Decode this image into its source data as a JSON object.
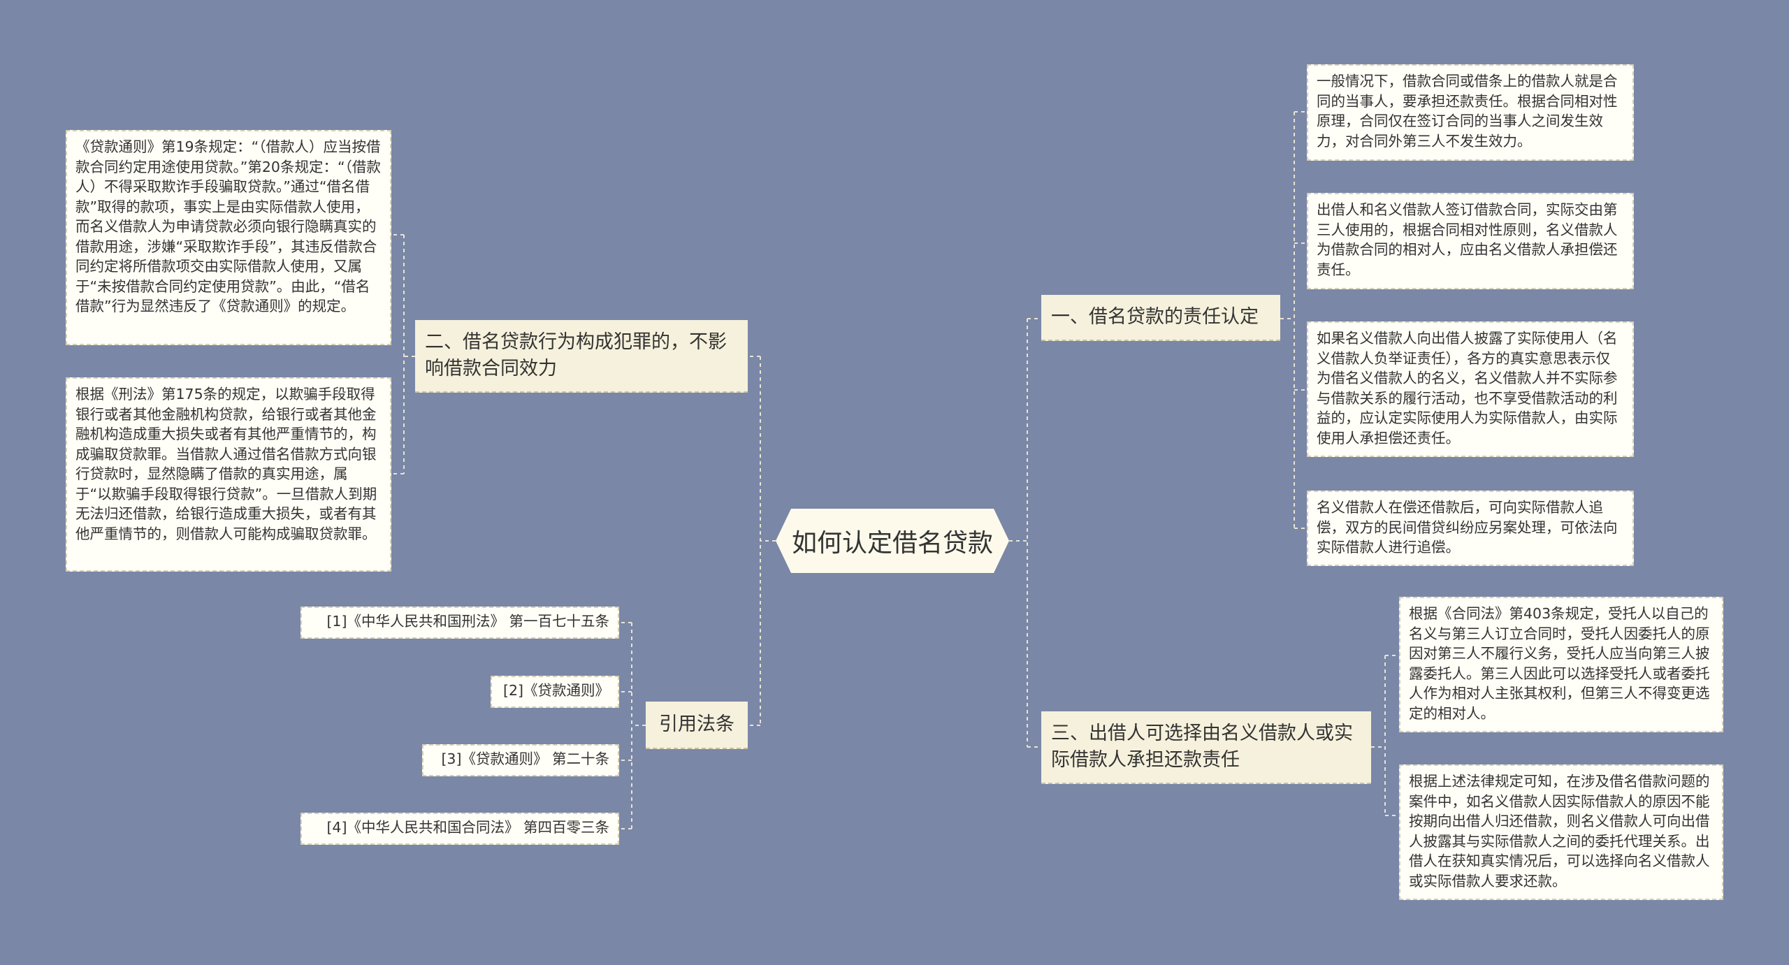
{
  "root": {
    "title": "如何认定借名贷款"
  },
  "branches": {
    "b1": {
      "label": "一、借名贷款的责任认定"
    },
    "b2": {
      "label": "二、借名贷款行为构成犯罪的，不影响借款合同效力"
    },
    "b3": {
      "label": "三、出借人可选择由名义借款人或实际借款人承担还款责任"
    },
    "b4": {
      "label": "引用法条"
    }
  },
  "leaves": {
    "b1_1": "一般情况下，借款合同或借条上的借款人就是合同的当事人，要承担还款责任。根据合同相对性原理，合同仅在签订合同的当事人之间发生效力，对合同外第三人不发生效力。",
    "b1_2": "出借人和名义借款人签订借款合同，实际交由第三人使用的，根据合同相对性原则，名义借款人为借款合同的相对人，应由名义借款人承担偿还责任。",
    "b1_3": "如果名义借款人向出借人披露了实际使用人（名义借款人负举证责任），各方的真实意思表示仅为借名义借款人的名义，名义借款人并不实际参与借款关系的履行活动，也不享受借款活动的利益的，应认定实际使用人为实际借款人，由实际使用人承担偿还责任。",
    "b1_4": "名义借款人在偿还借款后，可向实际借款人追偿，双方的民间借贷纠纷应另案处理，可依法向实际借款人进行追偿。",
    "b2_1": "《贷款通则》第19条规定：“（借款人）应当按借款合同约定用途使用贷款。”第20条规定：“（借款人）不得采取欺诈手段骗取贷款。”通过“借名借款”取得的款项，事实上是由实际借款人使用，而名义借款人为申请贷款必须向银行隐瞒真实的借款用途，涉嫌“采取欺诈手段”，其违反借款合同约定将所借款项交由实际借款人使用，又属于“未按借款合同约定使用贷款”。由此，“借名借款”行为显然违反了《贷款通则》的规定。",
    "b2_2": "根据《刑法》第175条的规定，以欺骗手段取得银行或者其他金融机构贷款，给银行或者其他金融机构造成重大损失或者有其他严重情节的，构成骗取贷款罪。当借款人通过借名借款方式向银行贷款时，显然隐瞒了借款的真实用途，属于“以欺骗手段取得银行贷款”。一旦借款人到期无法归还借款，给银行造成重大损失，或者有其他严重情节的，则借款人可能构成骗取贷款罪。",
    "b3_1": "根据《合同法》第403条规定，受托人以自己的名义与第三人订立合同时，受托人因委托人的原因对第三人不履行义务，受托人应当向第三人披露委托人。第三人因此可以选择受托人或者委托人作为相对人主张其权利，但第三人不得变更选定的相对人。",
    "b3_2": "根据上述法律规定可知，在涉及借名借款问题的案件中，如名义借款人因实际借款人的原因不能按期向出借人归还借款，则名义借款人可向出借人披露其与实际借款人之间的委托代理关系。出借人在获知真实情况后，可以选择向名义借款人或实际借款人要求还款。"
  },
  "refs": [
    "[1]《中华人民共和国刑法》 第一百七十五条",
    "[2]《贷款通则》",
    "[3]《贷款通则》 第二十条",
    "[4]《中华人民共和国合同法》 第四百零三条"
  ],
  "colors": {
    "background": "#7a87a6",
    "root_fill": "#fdfaeb",
    "branch_fill": "#f6f1dc",
    "leaf_fill": "#fffef7",
    "connector": "#e8e4d4"
  }
}
